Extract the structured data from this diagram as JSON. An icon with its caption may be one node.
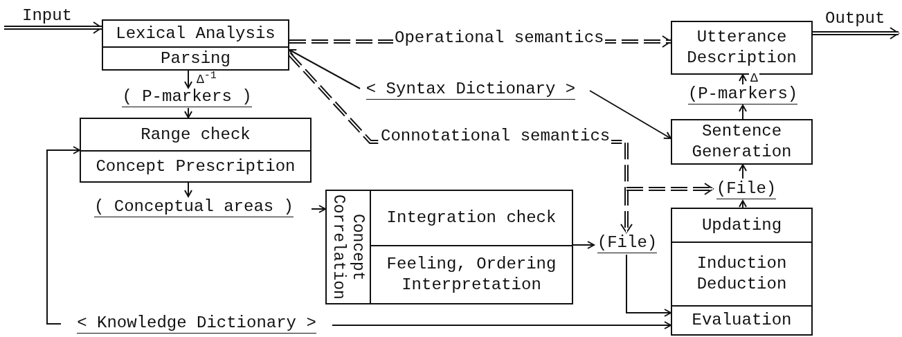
{
  "diagram": {
    "nodes": [
      {
        "text": [
          "Lexical Analysis",
          "Parsing"
        ]
      },
      {
        "text": [
          "( P-markers )"
        ]
      },
      {
        "text": [
          "Range check",
          "Concept Prescription"
        ]
      },
      {
        "text": [
          "( Conceptual areas )"
        ]
      },
      {
        "text": [
          "Concept Correlation",
          "Integration check",
          "Feeling, Ordering Interpretation"
        ]
      },
      {
        "text": [
          "(File)"
        ]
      },
      {
        "text": [
          "Utterance Description"
        ]
      },
      {
        "text": [
          "(P-markers)"
        ]
      },
      {
        "text": [
          "Sentence Generation"
        ]
      },
      {
        "text": [
          "(File)"
        ]
      },
      {
        "text": [
          "Updating",
          "Induction Deduction",
          "Evaluation"
        ]
      },
      {
        "text": [
          "< Syntax Dictionary >"
        ]
      },
      {
        "text": [
          "< Knowledge Dictionary >"
        ]
      }
    ],
    "edges": [
      {
        "from": null,
        "to": 0,
        "arrow": "to",
        "label": "Input",
        "style": "thick"
      },
      {
        "from": 0,
        "to": 6,
        "arrow": "to",
        "label": "Operational semantics",
        "style": "dashed"
      },
      {
        "from": 11,
        "to": 0,
        "arrow": "to"
      },
      {
        "from": 11,
        "to": 8,
        "arrow": "to"
      },
      {
        "from": 0,
        "to": 5,
        "arrow": "to",
        "label": "Connotational semantics",
        "style": "dashed"
      },
      {
        "from": 0,
        "to": 9,
        "arrow": "to",
        "style": "dashed"
      },
      {
        "from": 0,
        "to": 1,
        "arrow": "to",
        "label": "Δ$^{-1}$"
      },
      {
        "from": 1,
        "to": 2,
        "arrow": "to"
      },
      {
        "from": 2,
        "to": 3,
        "arrow": "to"
      },
      {
        "from": 3,
        "to": 4,
        "arrow": "to"
      },
      {
        "from": 4,
        "to": 5,
        "arrow": "to"
      },
      {
        "from": 5,
        "to": 10,
        "arrow": "to"
      },
      {
        "from": 12,
        "to": 2,
        "arrow": "to"
      },
      {
        "from": 12,
        "to": 10,
        "arrow": "to"
      },
      {
        "from": 10,
        "to": 9,
        "arrow": "to"
      },
      {
        "from": 9,
        "to": 8,
        "arrow": "to"
      },
      {
        "from": 8,
        "to": 7,
        "arrow": "to"
      },
      {
        "from": 7,
        "to": 6,
        "arrow": "to",
        "label": "Δ"
      },
      {
        "from": 6,
        "to": null,
        "arrow": "to",
        "label": "Output",
        "style": "thick"
      }
    ]
  }
}
